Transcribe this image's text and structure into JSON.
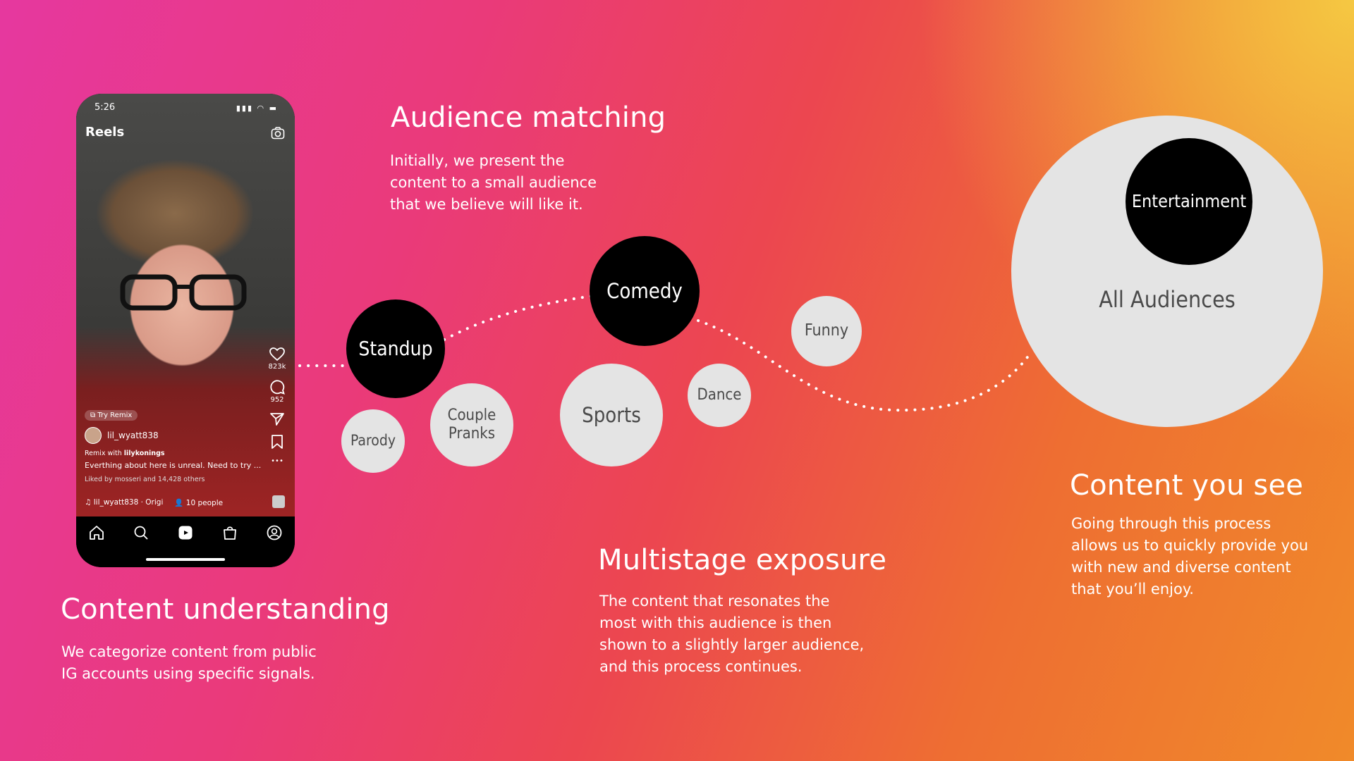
{
  "sections": {
    "content_understanding": {
      "heading": "Content understanding",
      "description": "We categorize content from public\nIG accounts using specific signals."
    },
    "audience_matching": {
      "heading": "Audience matching",
      "description": "Initially, we present the\ncontent to a small audience\nthat we believe will like it."
    },
    "multistage_exposure": {
      "heading": "Multistage exposure",
      "description": "The content that resonates the\nmost with this audience is then\nshown to a slightly larger audience,\nand this process continues."
    },
    "content_you_see": {
      "heading": "Content you see",
      "description": "Going through this process\nallows us to quickly provide you\nwith new and diverse content\nthat you’ll enjoy."
    }
  },
  "bubbles": {
    "standup": "Standup",
    "parody": "Parody",
    "couple_pranks": "Couple\nPranks",
    "comedy": "Comedy",
    "sports": "Sports",
    "dance": "Dance",
    "funny": "Funny",
    "entertainment": "Entertainment",
    "all_audiences": "All Audiences"
  },
  "phone": {
    "time": "5:26",
    "title": "Reels",
    "likes": "823k",
    "comments": "952",
    "remix_label": "Try Remix",
    "username": "lil_wyatt838",
    "remix_prefix": "Remix with ",
    "remix_user": "lilykonings",
    "caption": "Everthing about here is unreal. Need to try ...",
    "liked_by": "Liked by mosseri and 14,428 others",
    "audio": "lil_wyatt838 · Origi",
    "people": "10 people"
  },
  "colors": {
    "dark_bubble": "#000000",
    "light_bubble": "#e4e4e4",
    "text_white": "#ffffff"
  }
}
